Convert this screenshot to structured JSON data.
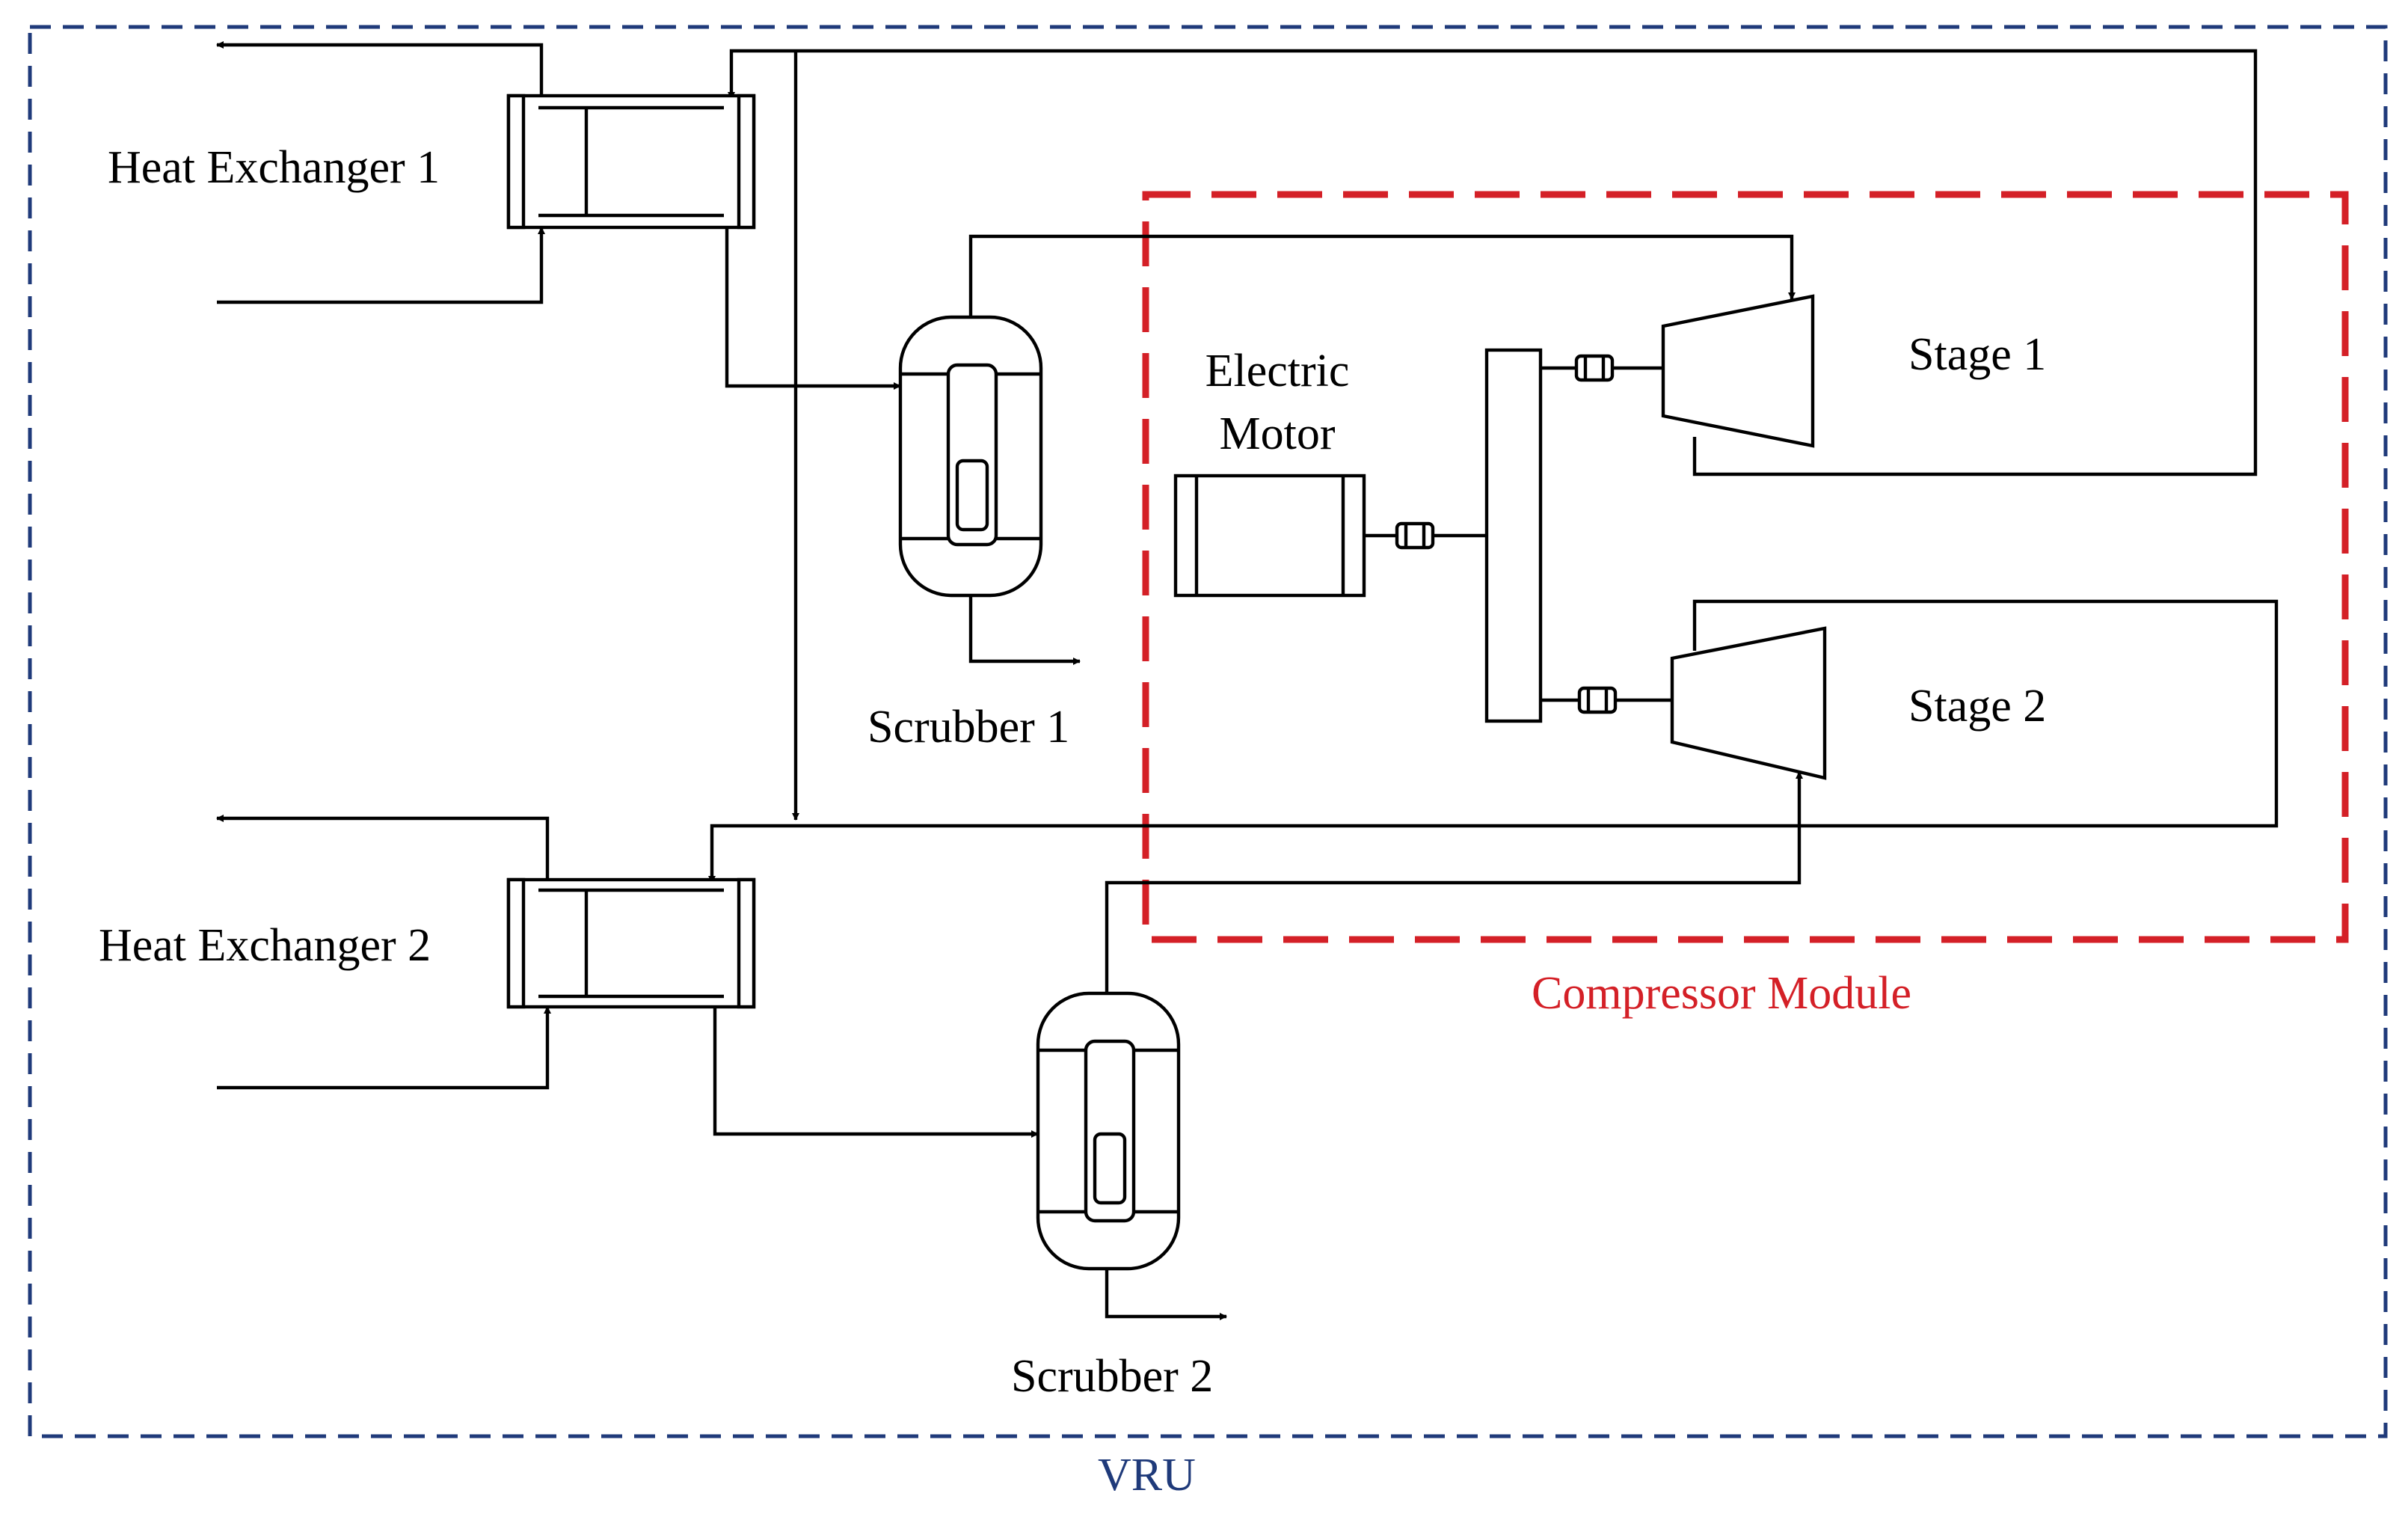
{
  "labels": {
    "heat_exchanger_1": "Heat Exchanger 1",
    "heat_exchanger_2": "Heat Exchanger 2",
    "scrubber_1": "Scrubber 1",
    "scrubber_2": "Scrubber 2",
    "electric_motor_line1": "Electric",
    "electric_motor_line2": "Motor",
    "stage_1": "Stage 1",
    "stage_2": "Stage 2",
    "compressor_module": "Compressor Module",
    "vru": "VRU"
  },
  "colors": {
    "vru_boundary": "#1f3a7a",
    "compressor_boundary": "#d42027",
    "lines": "#000000"
  }
}
